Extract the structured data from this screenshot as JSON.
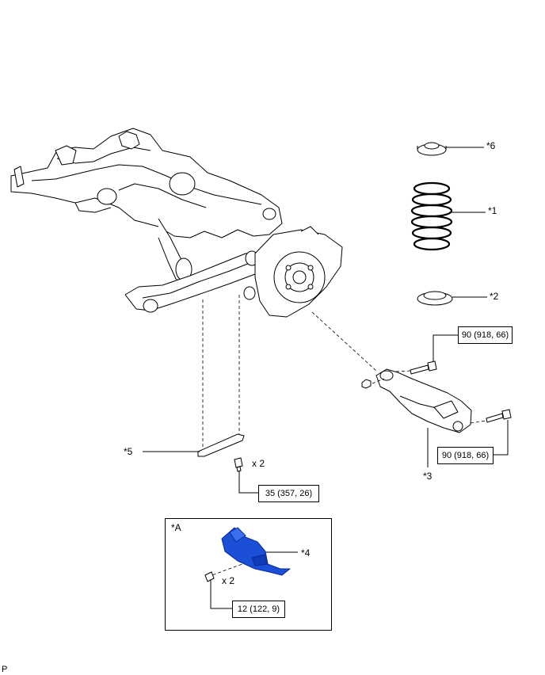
{
  "callouts": {
    "part1": "*1",
    "part2": "*2",
    "part3": "*3",
    "part4": "*4",
    "part5": "*5",
    "part6": "*6",
    "inset_label": "*A"
  },
  "quantities": {
    "bolt_5": "x 2",
    "bolt_4": "x 2"
  },
  "torques": {
    "arm_bolt_top": "90 (918, 66)",
    "arm_bolt_right": "90 (918, 66)",
    "stabilizer_bolt": "35 (357, 26)",
    "cover_bolt": "12 (122, 9)"
  },
  "footer": {
    "mark": "P"
  },
  "colors": {
    "cover_fill": "#1a4fd6",
    "cover_dark": "#0a2a9a",
    "line": "#000000"
  }
}
